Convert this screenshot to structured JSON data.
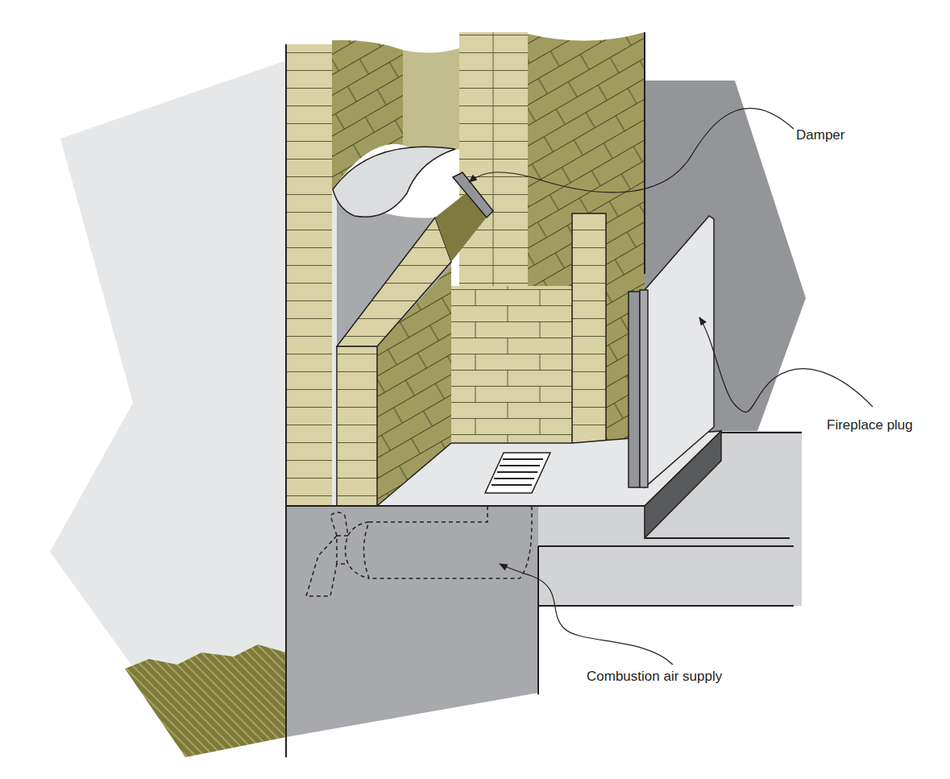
{
  "diagram": {
    "labels": [
      "Damper",
      "Fireplace plug",
      "Combustion air supply"
    ]
  }
}
